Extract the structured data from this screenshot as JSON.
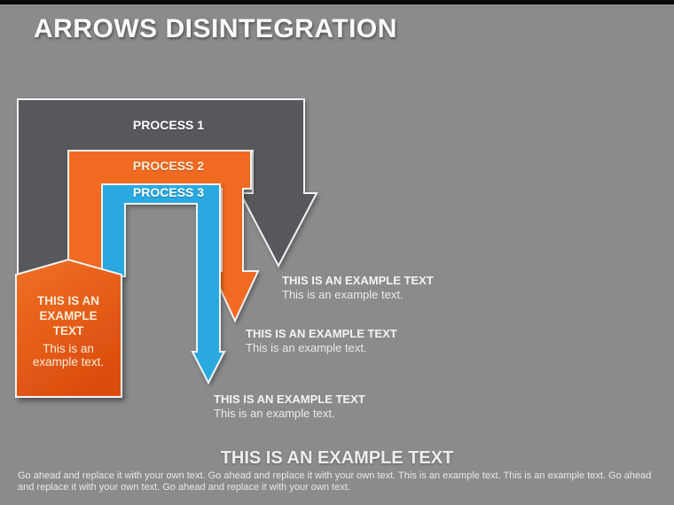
{
  "slide": {
    "title": "ARROWS DISINTEGRATION"
  },
  "colors": {
    "background": "#8A8B8D",
    "process1_fill": "#56585B",
    "process2_fill": "#F26B21",
    "process3_fill": "#29A9E1",
    "pentagon_top": "#F07025",
    "pentagon_bottom": "#DC4E0E",
    "outline": "#F2F2F2"
  },
  "processes": [
    {
      "label": "PROCESS 1"
    },
    {
      "label": "PROCESS 2"
    },
    {
      "label": "PROCESS 3"
    }
  ],
  "callout": {
    "heading_lines": [
      "THIS IS AN",
      "EXAMPLE",
      "TEXT"
    ],
    "body_lines": [
      "This is an",
      "example text."
    ]
  },
  "notes": [
    {
      "title": "THIS IS AN EXAMPLE TEXT",
      "body": "This is an example text."
    },
    {
      "title": "THIS IS AN EXAMPLE TEXT",
      "body": "This is an example text."
    },
    {
      "title": "THIS IS AN EXAMPLE TEXT",
      "body": "This is an example text."
    }
  ],
  "footer": {
    "heading": "THIS IS AN EXAMPLE TEXT",
    "body": "Go ahead and replace it with your own text. Go ahead and replace it with your own text. This is an example text. This is an example text. Go ahead and replace it with your own text. Go ahead and replace it with your own text."
  }
}
